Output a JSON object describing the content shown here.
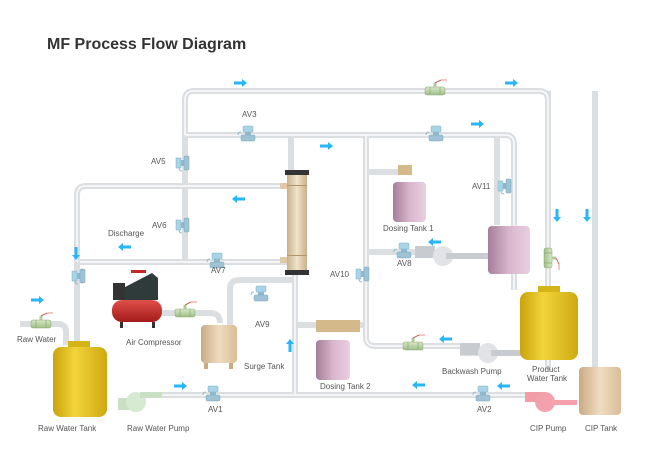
{
  "title": "MF Process Flow Diagram",
  "colors": {
    "pipe": "#e3e5e7",
    "pipe_highlight": "#ffffff",
    "flow_arrow": "#29b6f6",
    "yellow_tank": "#e6c21a",
    "pink_tank": "#c9a3bb",
    "beige_tank": "#e2c9a6",
    "compressor_red": "#c62828"
  },
  "labels": {
    "raw_water": "Raw Water",
    "raw_water_tank": "Raw Water Tank",
    "raw_water_pump": "Raw Water Pump",
    "air_compressor": "Air Compressor",
    "surge_tank": "Surge Tank",
    "discharge": "Discharge",
    "dosing_tank_1": "Dosing Tank 1",
    "dosing_tank_2": "Dosing Tank 2",
    "backwash_pump": "Backwash Pump",
    "product_water_tank_l1": "Product",
    "product_water_tank_l2": "Water Tank",
    "cip_pump": "CIP Pump",
    "cip_tank": "CIP Tank"
  },
  "valves": {
    "av1": "AV1",
    "av2": "AV2",
    "av3": "AV3",
    "av5": "AV5",
    "av6": "AV6",
    "av7": "AV7",
    "av8": "AV8",
    "av9": "AV9",
    "av10": "AV10",
    "av11": "AV11"
  }
}
